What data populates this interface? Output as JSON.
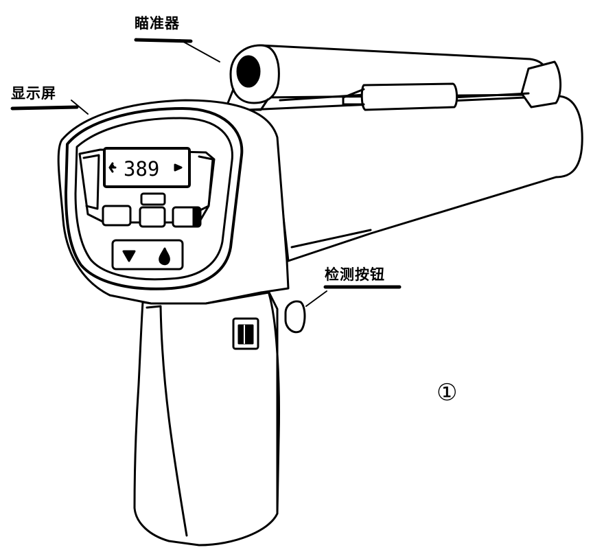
{
  "labels": {
    "aiming_device": "瞄准器",
    "display_screen": "显示屏",
    "detect_button": "检测按钮"
  },
  "display": {
    "reading": "389"
  },
  "figure_number": "①",
  "colors": {
    "ink": "#000000",
    "paper": "#ffffff"
  },
  "icons": [
    "left-arrow-icon",
    "right-arrow-icon",
    "down-triangle-icon",
    "drop-icon"
  ]
}
